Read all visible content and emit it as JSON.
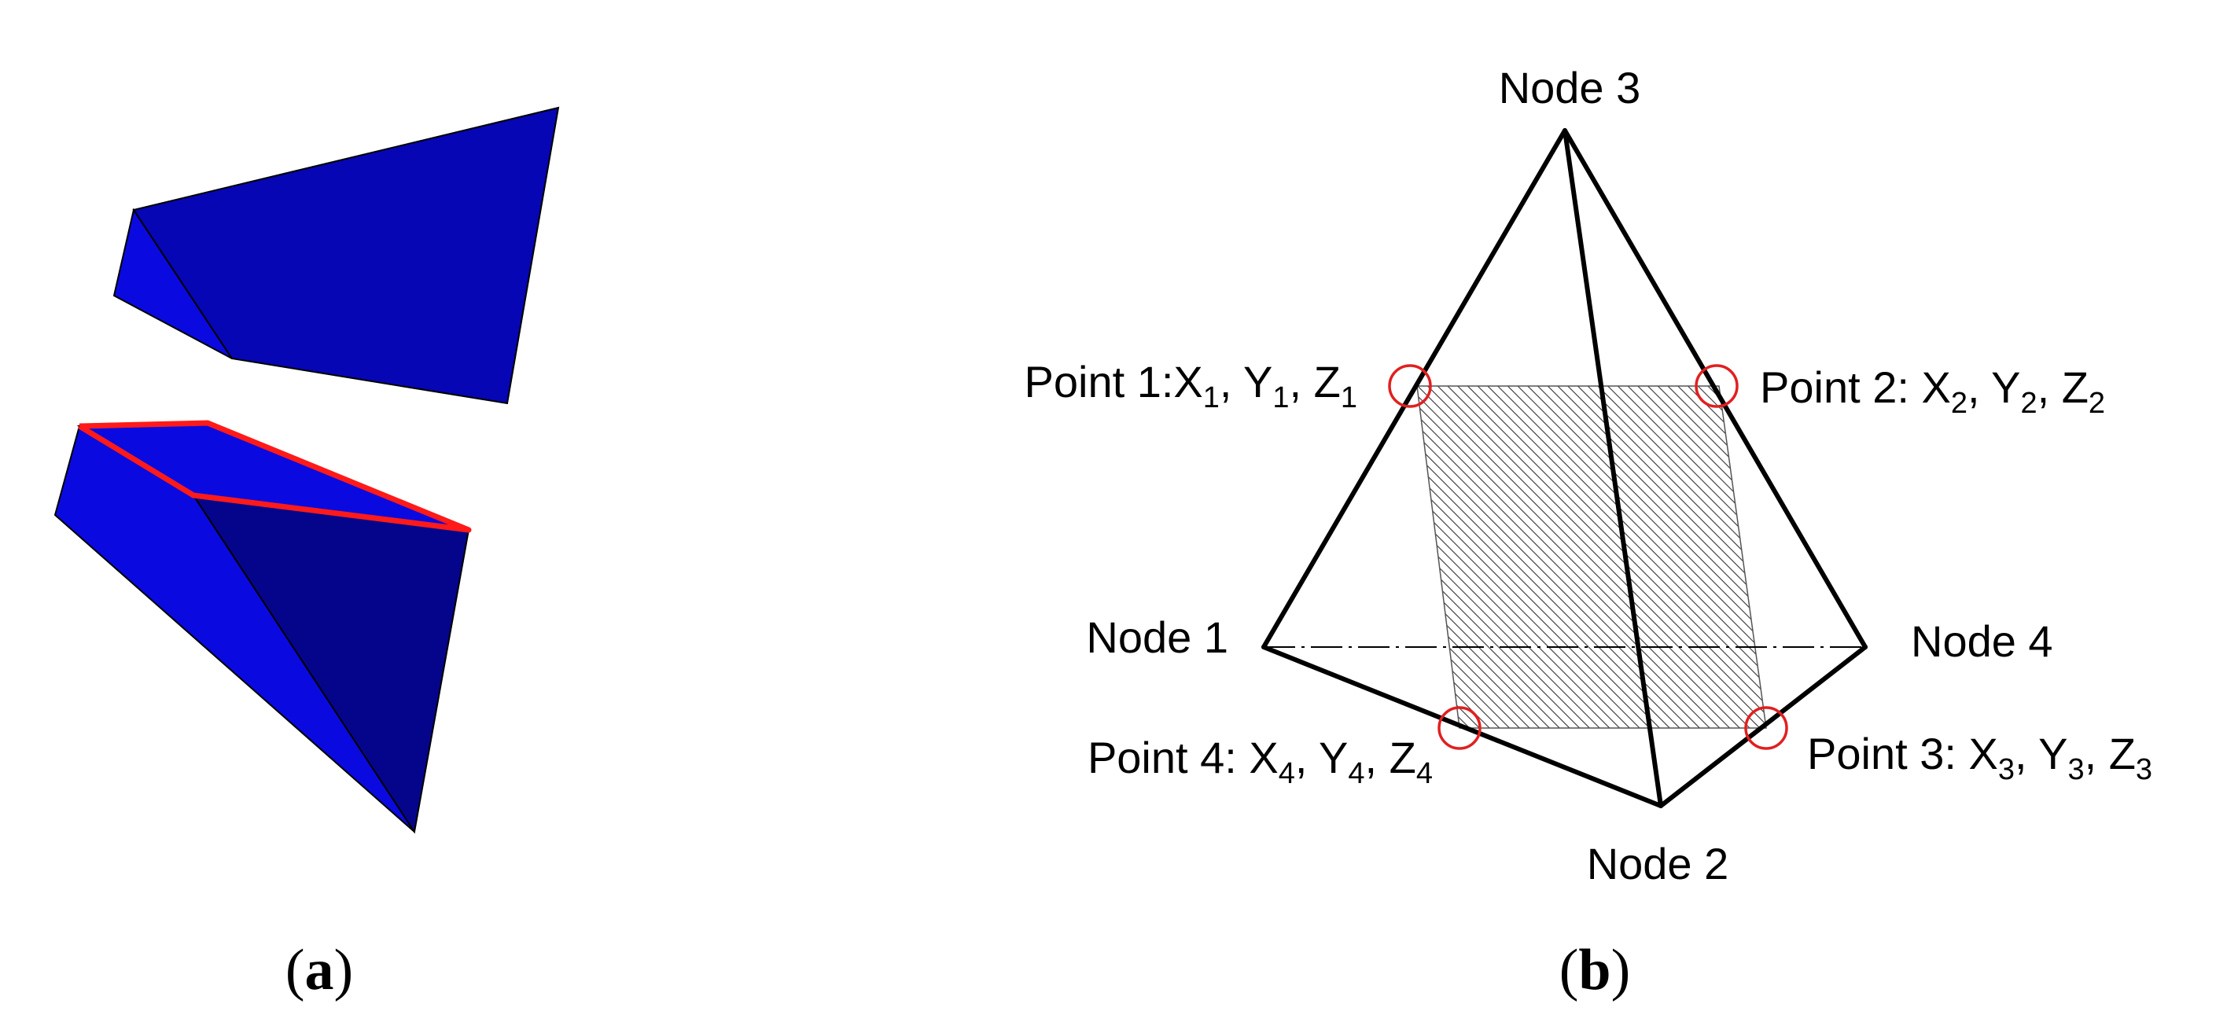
{
  "panel_a": {
    "caption": {
      "open": "(",
      "letter": "a",
      "close": ")"
    },
    "colors": {
      "face_light": "#0a0ae0",
      "face_mid": "#0606b4",
      "face_dark": "#05058c",
      "edge": "#000000",
      "cut_line": "#ff1a1a"
    }
  },
  "panel_b": {
    "caption": {
      "open": "(",
      "letter": "b",
      "close": ")"
    },
    "nodes": {
      "node1": "Node 1",
      "node2": "Node 2",
      "node3": "Node 3",
      "node4": "Node 4"
    },
    "points": [
      {
        "prefix": "Point 1:",
        "x": "X",
        "xs": "1",
        "y": "Y",
        "ys": "1",
        "z": "Z",
        "zs": "1"
      },
      {
        "prefix": "Point 2: ",
        "x": "X",
        "xs": "2",
        "y": "Y",
        "ys": "2",
        "z": "Z",
        "zs": "2"
      },
      {
        "prefix": "Point 3: ",
        "x": "X",
        "xs": "3",
        "y": "Y",
        "ys": "3",
        "z": "Z",
        "zs": "3"
      },
      {
        "prefix": "Point 4: ",
        "x": "X",
        "xs": "4",
        "y": "Y",
        "ys": "4",
        "z": "Z",
        "zs": "4"
      }
    ],
    "separator": ", ",
    "colors": {
      "edge": "#000000",
      "marker": "#e02020",
      "hatch": "#333333"
    }
  }
}
